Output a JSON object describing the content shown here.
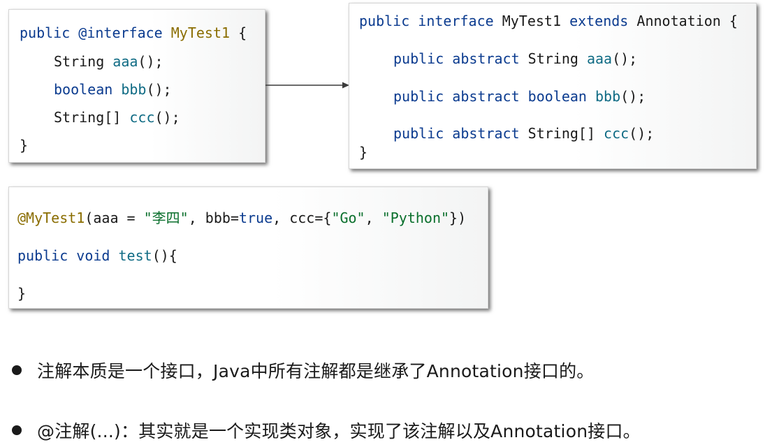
{
  "box1": {
    "line1": {
      "kw": "public",
      "ann": "@interface",
      "name": "MyTest1",
      "brace": "{"
    },
    "line2": {
      "type": "String",
      "fn": "aaa",
      "rest": "();"
    },
    "line3": {
      "type": "boolean",
      "fn": "bbb",
      "rest": "();"
    },
    "line4": {
      "type": "String[]",
      "fn": "ccc",
      "rest": "();"
    },
    "line5": {
      "brace": "}"
    }
  },
  "box2": {
    "line1": {
      "kw1": "public",
      "kw2": "interface",
      "name": "MyTest1",
      "kw3": "extends",
      "parent": "Annotation",
      "brace": "{"
    },
    "line2": {
      "kw1": "public",
      "kw2": "abstract",
      "type": "String",
      "fn": "aaa",
      "rest": "();"
    },
    "line3": {
      "kw1": "public",
      "kw2": "abstract",
      "type": "boolean",
      "fn": "bbb",
      "rest": "();"
    },
    "line4": {
      "kw1": "public",
      "kw2": "abstract",
      "type": "String[]",
      "fn": "ccc",
      "rest": "();"
    },
    "line5": {
      "brace": "}"
    }
  },
  "box3": {
    "line1": {
      "ann": "@MyTest1",
      "p1": "(aaa = ",
      "s1": "\"李四\"",
      "p2": ", bbb=",
      "kwtrue": "true",
      "p3": ", ccc={",
      "s2": "\"Go\"",
      "p4": ", ",
      "s3": "\"Python\"",
      "p5": "})"
    },
    "line2": {
      "kw1": "public",
      "kw2": "void",
      "fn": "test",
      "rest": "(){"
    },
    "line3": {
      "brace": "}"
    }
  },
  "bullets": [
    "注解本质是一个接口，Java中所有注解都是继承了Annotation接口的。",
    "@注解(...)：其实就是一个实现类对象，实现了该注解以及Annotation接口。"
  ]
}
